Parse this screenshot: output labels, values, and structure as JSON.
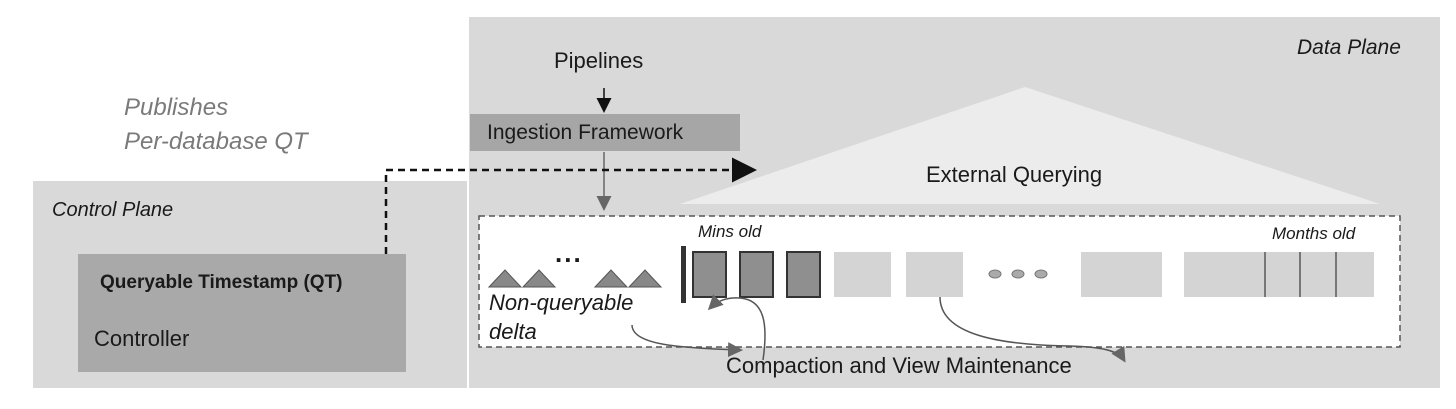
{
  "data_plane": {
    "label": "Data Plane"
  },
  "control_plane": {
    "label": "Control Plane"
  },
  "publish_note": {
    "line1": "Publishes",
    "line2": "Per-database QT"
  },
  "qt_box": {
    "title": "Queryable Timestamp (QT)",
    "controller": "Controller"
  },
  "pipelines": {
    "label": "Pipelines"
  },
  "ingestion": {
    "label": "Ingestion Framework"
  },
  "external": {
    "label": "External Querying"
  },
  "timeline": {
    "ellipsis": "...",
    "delta_line1": "Non-queryable",
    "delta_line2": "delta",
    "mins_old": "Mins old",
    "months_old": "Months old"
  },
  "compaction": {
    "label": "Compaction and View Maintenance"
  }
}
